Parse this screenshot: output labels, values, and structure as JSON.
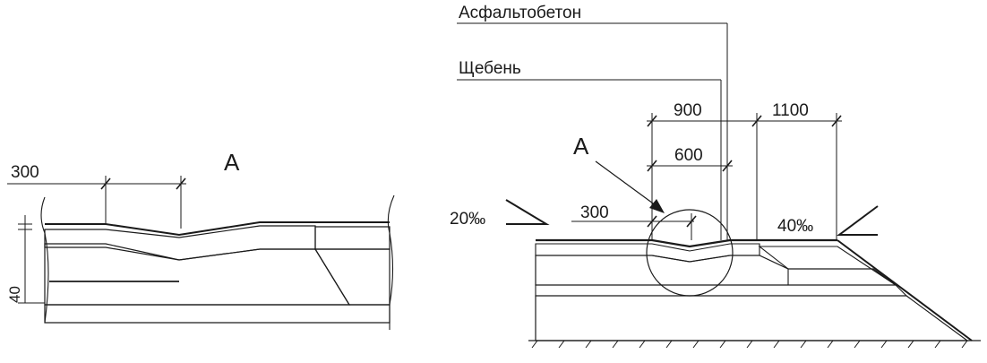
{
  "detail_view": {
    "letter": "А",
    "dim_top": "300",
    "dim_side": "40"
  },
  "section": {
    "layers": {
      "asphalt": "Асфальтобетон",
      "gravel": "Щебень"
    },
    "dims": {
      "d900": "900",
      "d1100": "1100",
      "d600": "600",
      "d300": "300"
    },
    "callout_letter": "А",
    "slope_left": "20‰",
    "slope_right": "40‰"
  }
}
